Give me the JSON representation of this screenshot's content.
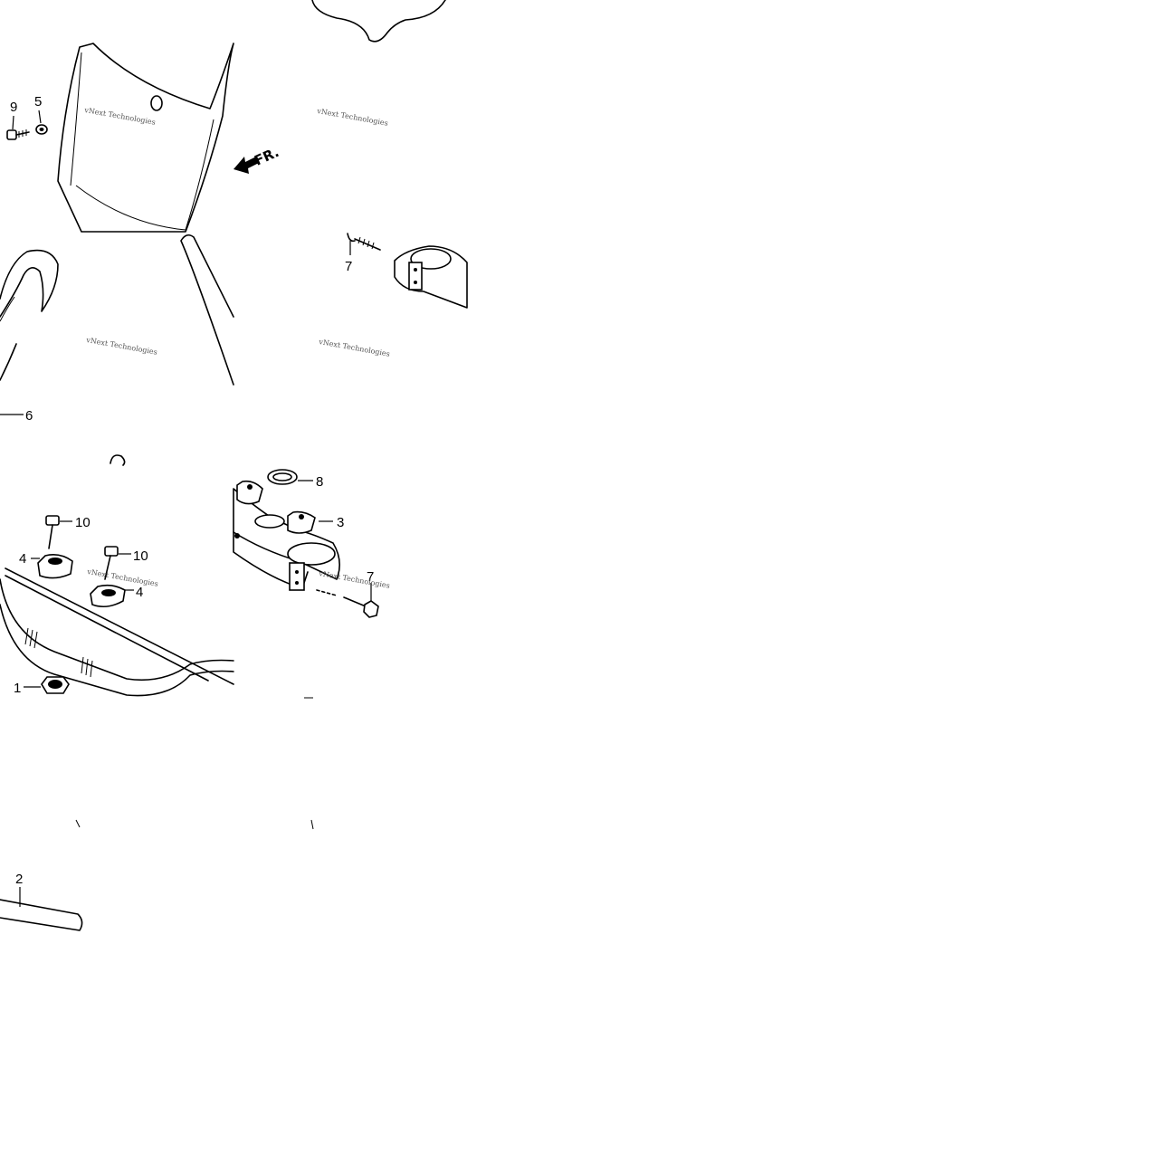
{
  "diagram": {
    "watermark": "vNext Technologies",
    "direction_label": "FR.",
    "callouts": [
      {
        "id": "c9a",
        "label": "9"
      },
      {
        "id": "c5a",
        "label": "5"
      },
      {
        "id": "c7a",
        "label": "7"
      },
      {
        "id": "c6a",
        "label": "6"
      },
      {
        "id": "c8a",
        "label": "8"
      },
      {
        "id": "c3a",
        "label": "3"
      },
      {
        "id": "c10a",
        "label": "10"
      },
      {
        "id": "c10b",
        "label": "10"
      },
      {
        "id": "c4a",
        "label": "4"
      },
      {
        "id": "c4b",
        "label": "4"
      },
      {
        "id": "c7b",
        "label": "7"
      },
      {
        "id": "c1a",
        "label": "1"
      },
      {
        "id": "c2a",
        "label": "2"
      }
    ]
  }
}
